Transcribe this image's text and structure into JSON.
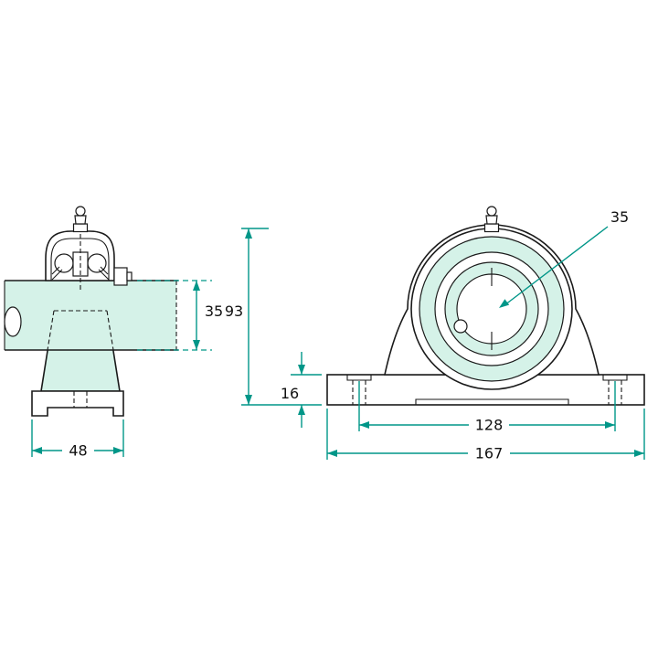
{
  "colors": {
    "dimension_line": "#009688",
    "part_fill": "#d5f2e8",
    "outline": "#1a1a1a",
    "background": "#ffffff"
  },
  "drawing": {
    "description": "Pillow block bearing unit, two orthographic views with dimensions",
    "side_view": {
      "dims": {
        "shaft_diameter": "35",
        "base_width": "48"
      }
    },
    "front_view": {
      "dims": {
        "overall_height": "93",
        "base_height": "16",
        "bolt_spacing": "128",
        "overall_length": "167",
        "bore_diameter": "35"
      }
    }
  }
}
